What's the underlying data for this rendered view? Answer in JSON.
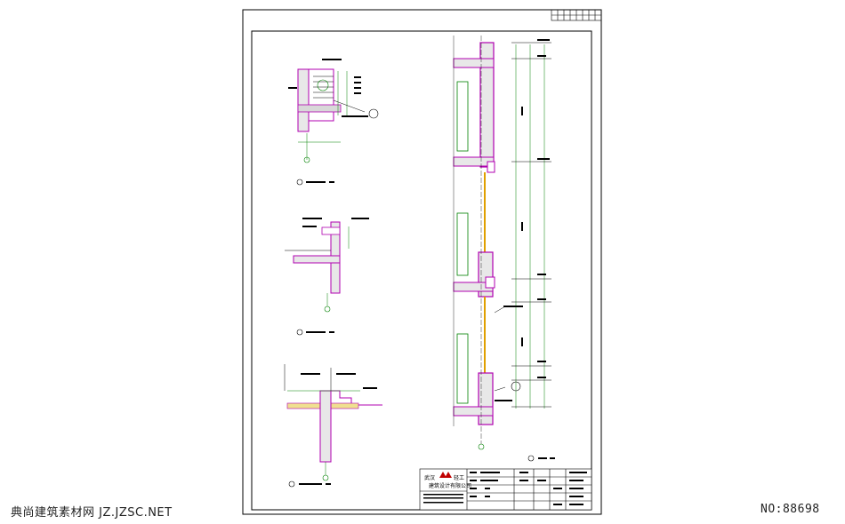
{
  "watermark": {
    "left_text": "典尚建筑素材网 JZ.JZSC.NET",
    "right_text": "NO:88698"
  },
  "title_block": {
    "company_line1": "武汉",
    "company_line2": "建筑设计有限公司",
    "company_mark": "轻工"
  },
  "colors": {
    "frame": "#000000",
    "wall_outline": "#b000b0",
    "glass": "#e0a000",
    "dimension": "#008000",
    "text": "#000000"
  }
}
